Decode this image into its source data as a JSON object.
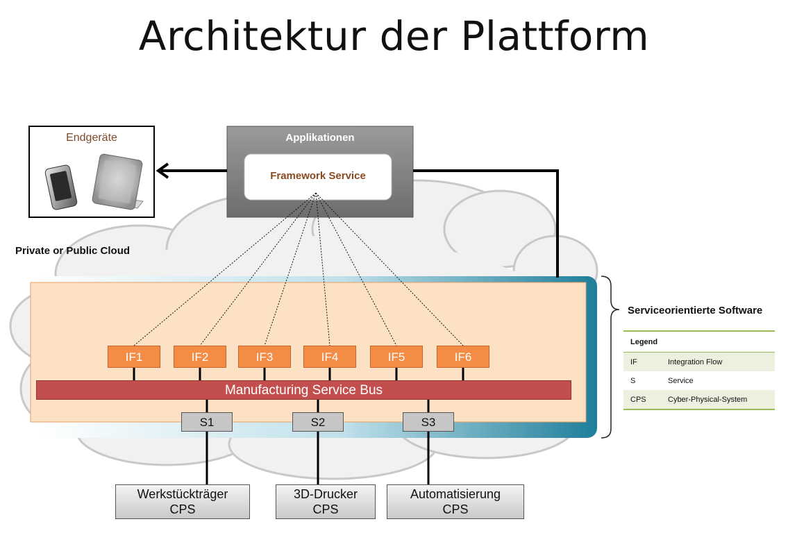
{
  "title": "Architektur der Plattform",
  "endgeraete": {
    "label": "Endgeräte"
  },
  "applikationen": {
    "label": "Applikationen",
    "framework": "Framework Service"
  },
  "cloud": {
    "label": "Private or Public Cloud"
  },
  "soa": {
    "label": "Serviceorientierte Software"
  },
  "integration_flows": [
    "IF1",
    "IF2",
    "IF3",
    "IF4",
    "IF5",
    "IF6"
  ],
  "bus": {
    "label": "Manufacturing Service Bus"
  },
  "services": [
    "S1",
    "S2",
    "S3"
  ],
  "cps": [
    {
      "line1": "Werkstückträger",
      "line2": "CPS"
    },
    {
      "line1": "3D-Drucker",
      "line2": "CPS"
    },
    {
      "line1": "Automatisierung",
      "line2": "CPS"
    }
  ],
  "legend": {
    "header": "Legend",
    "rows": [
      {
        "abbr": "IF",
        "desc": "Integration Flow"
      },
      {
        "abbr": "S",
        "desc": "Service"
      },
      {
        "abbr": "CPS",
        "desc": "Cyber-Physical-System"
      }
    ]
  },
  "colors": {
    "integration_flow": "#f38c45",
    "bus": "#c24f4d",
    "service": "#c6c6c6",
    "panel": "#fde1c4",
    "panel_frame": "#1f7e9a",
    "legend_accent": "#9bbb59"
  }
}
